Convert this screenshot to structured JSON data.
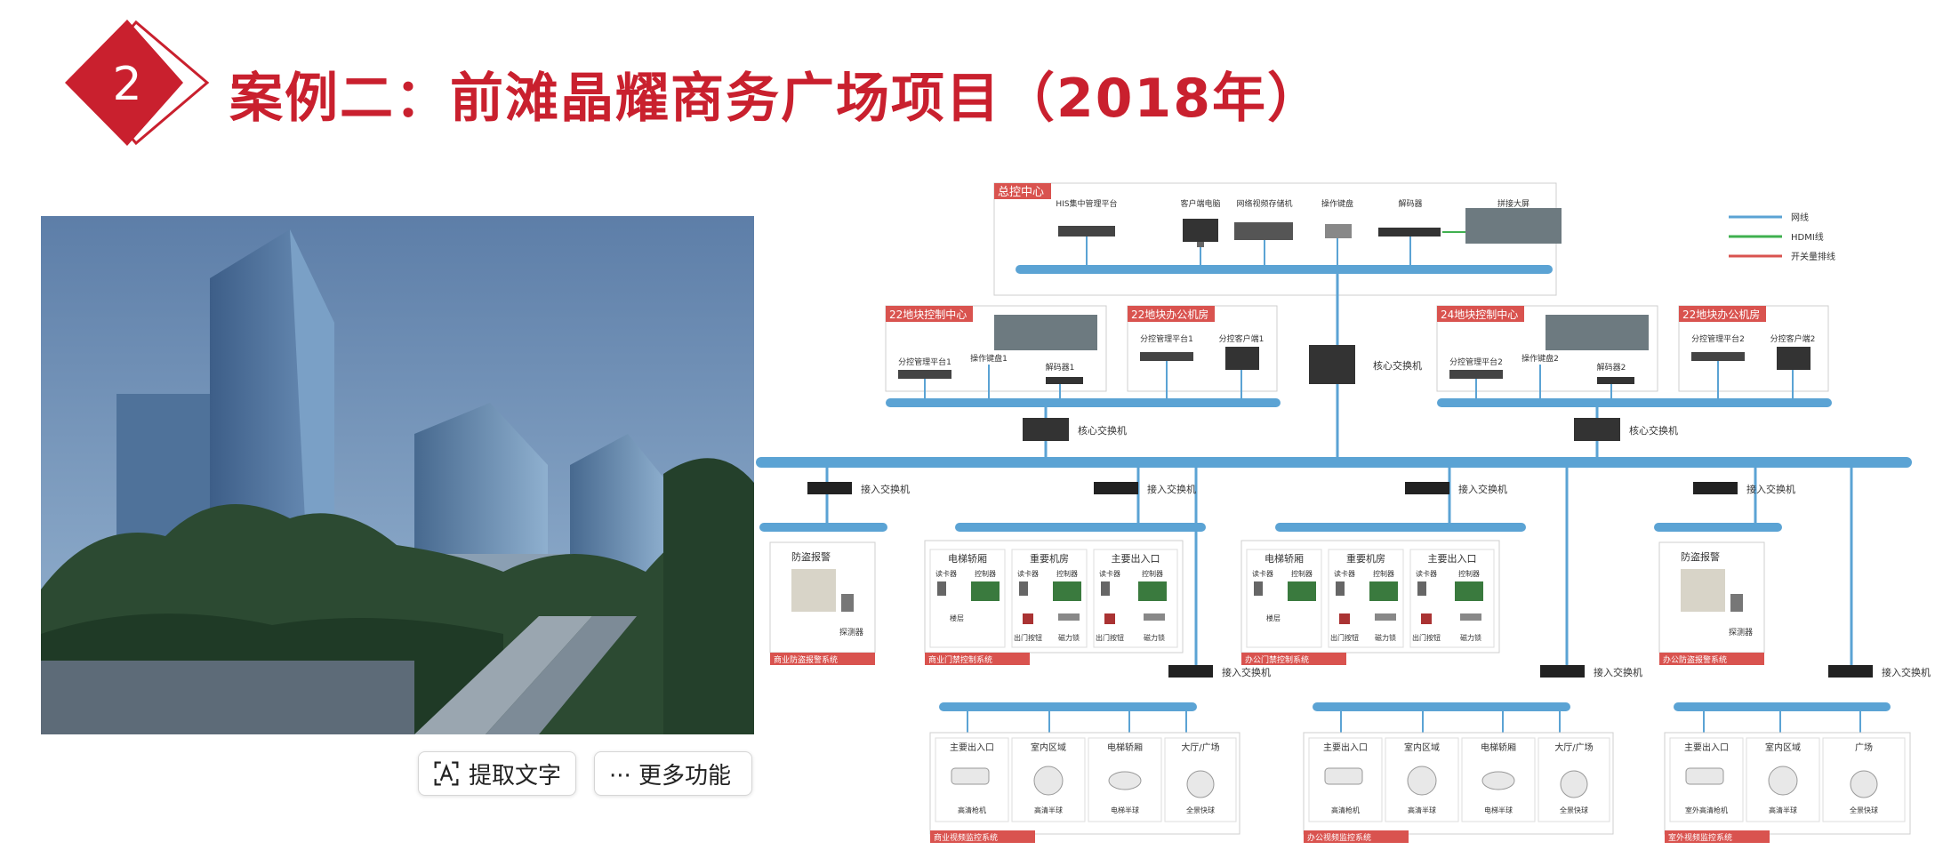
{
  "header": {
    "badge_number": "2",
    "title": "案例二：前滩晶耀商务广场项目（2018年）"
  },
  "toolbar": {
    "ocr_label": "提取文字",
    "more_label": "··· 更多功能"
  },
  "colors": {
    "brand_red": "#c9202e",
    "bus_blue": "#5ba3d4",
    "hdmi_green": "#3fb04f",
    "io_red": "#d9534f"
  },
  "diagram": {
    "legend": [
      "网线",
      "HDMI线",
      "开关量排线"
    ],
    "control_center": {
      "title": "总控中心",
      "devices": [
        "HIS集中管理平台",
        "客户端电脑",
        "网络视频存储机",
        "操作键盘",
        "解码器",
        "拼接大屏"
      ]
    },
    "core_switch_label": "核心交换机",
    "access_switch_label": "接入交换机",
    "rooms": [
      {
        "title": "22地块控制中心",
        "devices": [
          "分控管理平台1",
          "操作键盘1",
          "解码器1"
        ]
      },
      {
        "title": "22地块办公机房",
        "devices": [
          "分控管理平台1",
          "分控客户端1"
        ]
      },
      {
        "title": "24地块控制中心",
        "devices": [
          "分控管理平台2",
          "操作键盘2",
          "解码器2"
        ]
      },
      {
        "title": "22地块办公机房",
        "devices": [
          "分控管理平台2",
          "分控客户端2"
        ]
      }
    ],
    "alarm_groups": [
      {
        "caption": "商业防盗报警系统",
        "title": "防盗报警",
        "sub": "探测器"
      },
      {
        "caption": "办公防盗报警系统",
        "title": "防盗报警",
        "sub": "探测器"
      }
    ],
    "access_groups": [
      {
        "caption": "商业门禁控制系统",
        "cells": [
          "电梯轿厢",
          "重要机房",
          "主要出入口"
        ]
      },
      {
        "caption": "办公门禁控制系统",
        "cells": [
          "电梯轿厢",
          "重要机房",
          "主要出入口"
        ]
      }
    ],
    "access_parts": {
      "reader": "读卡器",
      "controller": "控制器",
      "floor": "楼层",
      "exit_button": "出门按钮",
      "lock": "磁力锁"
    },
    "video_groups": [
      {
        "caption": "商业视频监控系统",
        "cells": [
          {
            "t": "主要出入口",
            "s": "高清枪机"
          },
          {
            "t": "室内区域",
            "s": "高清半球"
          },
          {
            "t": "电梯轿厢",
            "s": "电梯半球"
          },
          {
            "t": "大厅/广场",
            "s": "全景快球"
          }
        ]
      },
      {
        "caption": "办公视频监控系统",
        "cells": [
          {
            "t": "主要出入口",
            "s": "高清枪机"
          },
          {
            "t": "室内区域",
            "s": "高清半球"
          },
          {
            "t": "电梯轿厢",
            "s": "电梯半球"
          },
          {
            "t": "大厅/广场",
            "s": "全景快球"
          }
        ]
      },
      {
        "caption": "室外视频监控系统",
        "cells": [
          {
            "t": "主要出入口",
            "s": "室外高清枪机"
          },
          {
            "t": "室内区域",
            "s": "高清半球"
          },
          {
            "t": "广场",
            "s": "全景快球"
          }
        ]
      }
    ]
  }
}
